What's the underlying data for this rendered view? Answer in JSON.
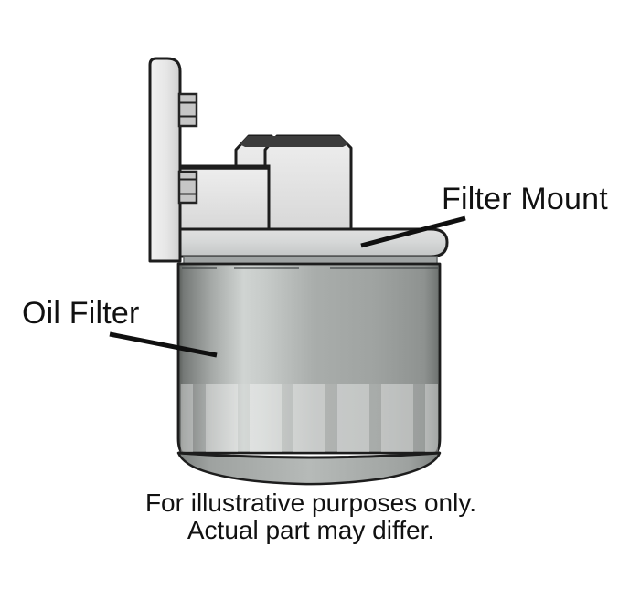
{
  "diagram": {
    "subject": "oil-filter-and-mount-illustration",
    "labels": {
      "filter_mount": "Filter Mount",
      "oil_filter": "Oil Filter"
    },
    "caption": {
      "line1": "For illustrative purposes only.",
      "line2": "Actual part may differ."
    }
  },
  "colors": {
    "background": "#ffffff",
    "text": "#111111",
    "outline": "#1d1d1d",
    "leader_line": "#101010",
    "part_light": "#e6e6e6",
    "part_shade": "#d7d7d7",
    "hex_top": "#3c3c3c",
    "bolt_fill": "#c6c6c6",
    "flange_top": "#e0e0e0",
    "flange_bottom": "#c3c5c5",
    "gasket": "#9fa3a3",
    "body_dark": "#757977",
    "body_bright": "#d0d4d2",
    "body_mid": "#a9adab",
    "body_right": "#8e9290",
    "cap_mid": "#b6bab8",
    "cap_edge": "#7b7f7d",
    "dash": "#45494a"
  }
}
